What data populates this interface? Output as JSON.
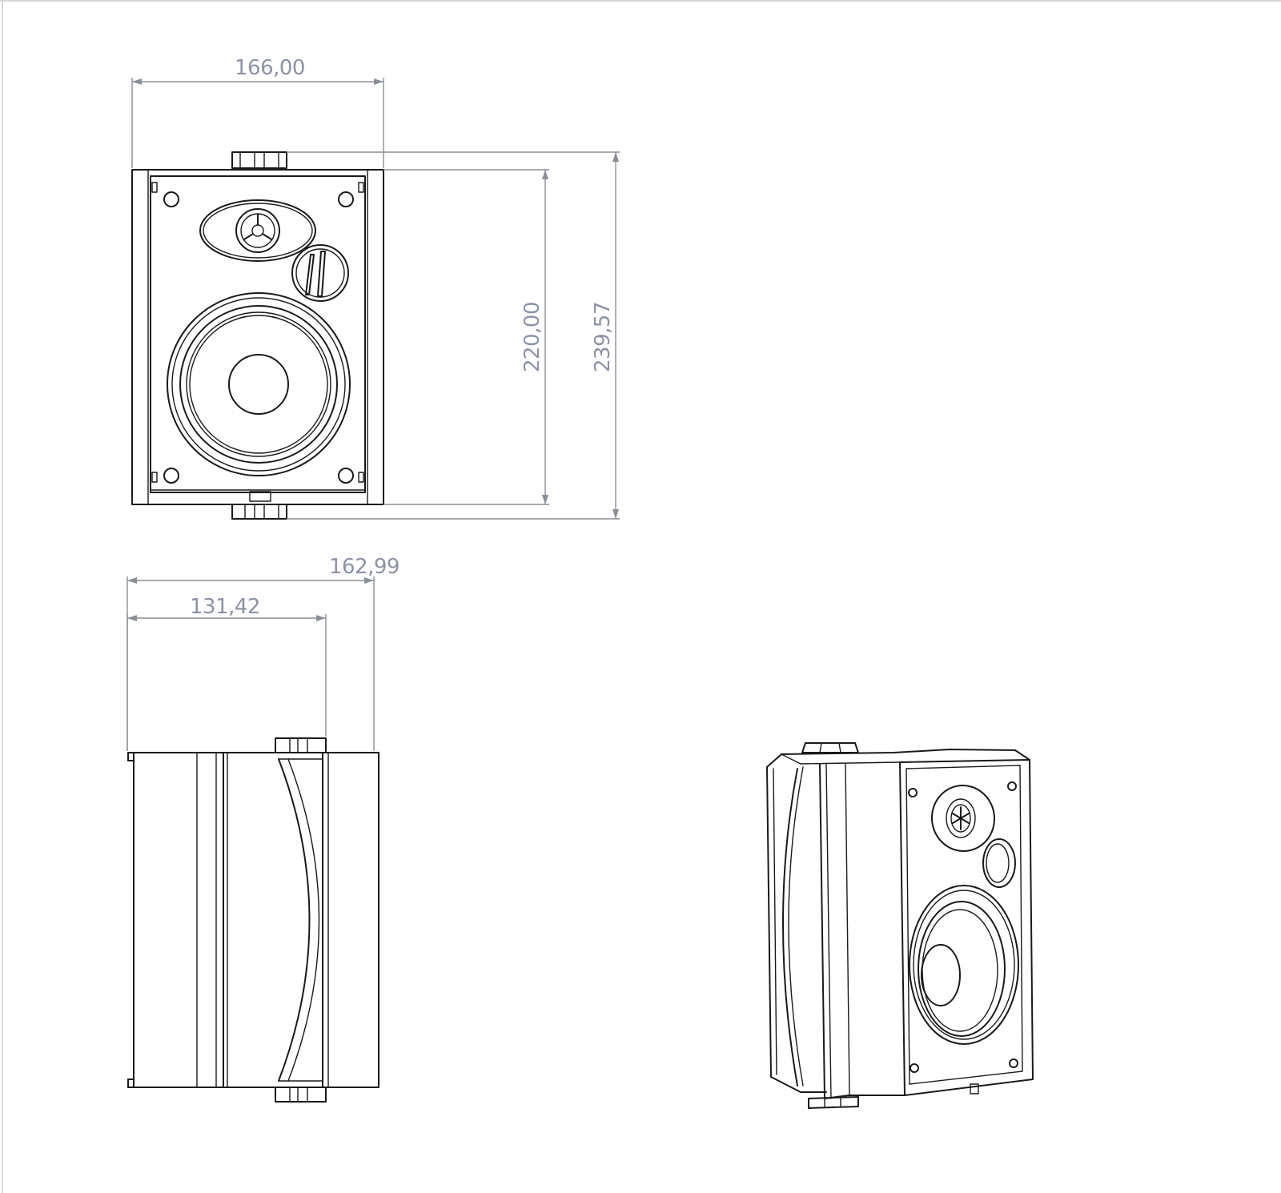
{
  "dimensions": {
    "front_width": "166,00",
    "front_height_inner": "220,00",
    "front_height_total": "239,57",
    "side_depth_total": "162,99",
    "side_depth_body": "131,42"
  },
  "colors": {
    "ink": "#1a1a1a",
    "dimension": "#8d93a5",
    "background": "#ffffff"
  }
}
